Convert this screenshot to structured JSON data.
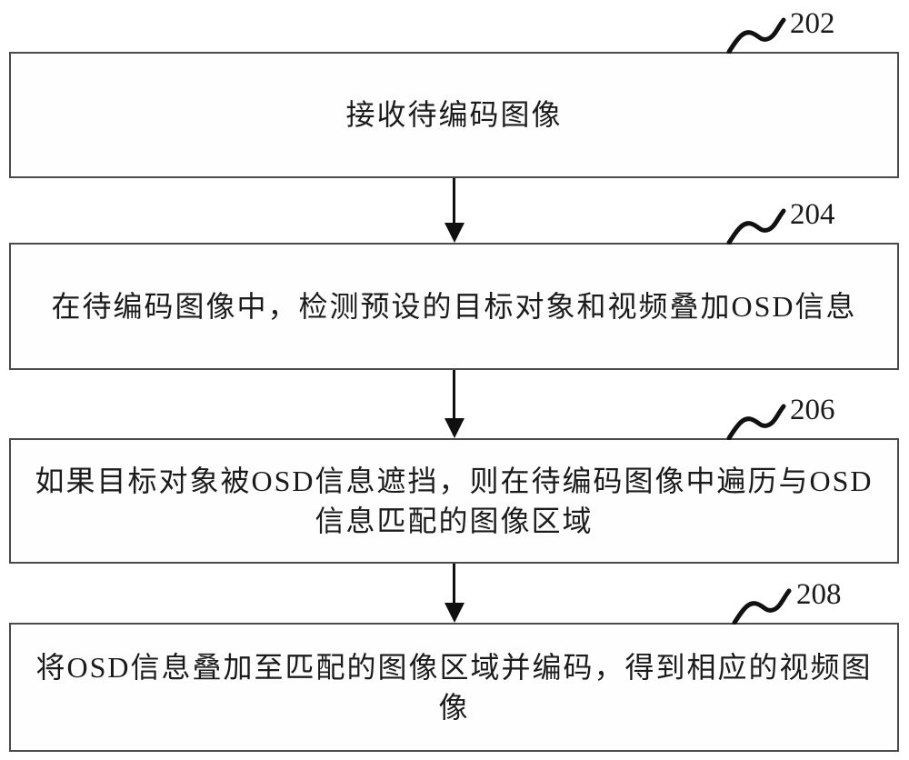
{
  "diagram": {
    "type": "flowchart",
    "orientation": "top-down",
    "colors": {
      "background": "#ffffff",
      "ink": "#1a1a1a",
      "box_border": "#4a4a4a"
    },
    "steps": [
      {
        "ref": "202",
        "text": "接收待编码图像"
      },
      {
        "ref": "204",
        "text": "在待编码图像中，检测预设的目标对象和视频叠加OSD信息"
      },
      {
        "ref": "206",
        "text": "如果目标对象被OSD信息遮挡，则在待编码图像中遍历与OSD信息匹配的图像区域"
      },
      {
        "ref": "208",
        "text": "将OSD信息叠加至匹配的图像区域并编码，得到相应的视频图像"
      }
    ]
  }
}
